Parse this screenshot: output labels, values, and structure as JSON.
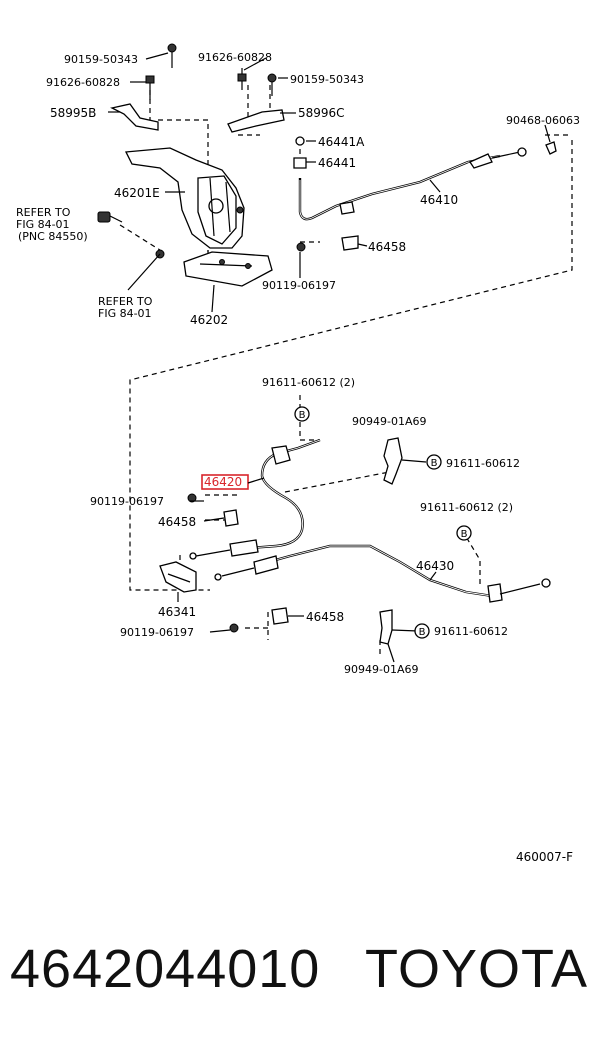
{
  "labels": {
    "p1": "90159-50343",
    "p2": "91626-60828",
    "p3": "91626-60828",
    "p4": "90159-50343",
    "p5": "58995B",
    "p6": "58996C",
    "p7": "46441A",
    "p8": "46441",
    "p9": "90468-06063",
    "p10": "46201E",
    "p11": "46410",
    "p12": "46458",
    "p13": "90119-06197",
    "p14": "46202",
    "p15": "91611-60612 (2)",
    "p16": "90949-01A69",
    "p17": "91611-60612",
    "p18": "46420",
    "p19": "90119-06197",
    "p20": "46458",
    "p21": "91611-60612 (2)",
    "p22": "46430",
    "p23": "46341",
    "p24": "46458",
    "p25": "90119-06197",
    "p26": "91611-60612",
    "p27": "90949-01A69",
    "ref1": [
      "REFER TO",
      "FIG 84-01",
      "(PNC 84550)"
    ],
    "ref2": [
      "REFER TO",
      "FIG 84-01"
    ],
    "code": "460007-F",
    "b": "B"
  },
  "caption": {
    "part_number": "4642044010",
    "brand": "TOYOTA"
  },
  "colors": {
    "highlight": "#d9262c"
  }
}
